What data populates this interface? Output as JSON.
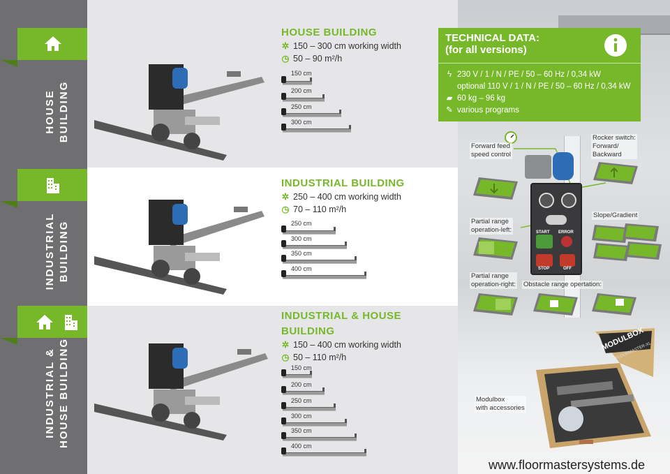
{
  "sections": [
    {
      "side_line1": "HOUSE",
      "side_line2": "BUILDING",
      "heading_line1": "HOUSE BUILDING",
      "heading_line2": "",
      "width_spec": "150 – 300 cm working width",
      "rate_spec": "50 – 90 m²/h",
      "sizes": [
        "150 cm",
        "200 cm",
        "250 cm",
        "300 cm"
      ],
      "icons": [
        "house-icon"
      ]
    },
    {
      "side_line1": "INDUSTRIAL",
      "side_line2": "BUILDING",
      "heading_line1": "INDUSTRIAL BUILDING",
      "heading_line2": "",
      "width_spec": "250 – 400 cm working width",
      "rate_spec": "70 – 110 m²/h",
      "sizes": [
        "250 cm",
        "300 cm",
        "350 cm",
        "400 cm"
      ],
      "icons": [
        "factory-icon"
      ]
    },
    {
      "side_line1": "INDUSTRIAL &",
      "side_line2": "HOUSE BUILDING",
      "heading_line1": "INDUSTRIAL & HOUSE",
      "heading_line2": "BUILDING",
      "width_spec": "150 – 400 cm working width",
      "rate_spec": "50 – 110 m²/h",
      "sizes": [
        "150 cm",
        "200 cm",
        "250 cm",
        "300 cm",
        "350 cm",
        "400 cm"
      ],
      "icons": [
        "house-icon",
        "factory-icon"
      ]
    }
  ],
  "tech": {
    "title_line1": "TECHNICAL DATA:",
    "title_line2": "(for all versions)",
    "power": "230 V / 1 / N / PE / 50 – 60 Hz / 0,34 kW",
    "power_optional": "optional 110 V / 1 / N / PE / 50 – 60 Hz / 0,34 kW",
    "weight": "60 kg – 96 kg",
    "programs": "various programs"
  },
  "labels": {
    "forward_feed_1": "Forward feed",
    "forward_feed_2": "speed control",
    "rocker_1": "Rocker switch:",
    "rocker_2": "Forward/",
    "rocker_3": "Backward",
    "slope": "Slope/Gradient",
    "partial_left_1": "Partial range",
    "partial_left_2": "operation-left:",
    "partial_right_1": "Partial range",
    "partial_right_2": "operation-right:",
    "obstacle": "Obstacle range opertation:",
    "modulbox_1": "Modulbox",
    "modulbox_2": "with accessories",
    "box_brand": "MODULBOX",
    "box_sub": "FLOORMASTER-XL"
  },
  "control_panel": {
    "start": "START",
    "error": "ERROR",
    "stop": "STOP",
    "off": "OFF"
  },
  "url": "www.floormastersystems.de",
  "colors": {
    "accent": "#77b82a",
    "sidebar": "#6f6f71",
    "band": "#e6e6e8"
  }
}
